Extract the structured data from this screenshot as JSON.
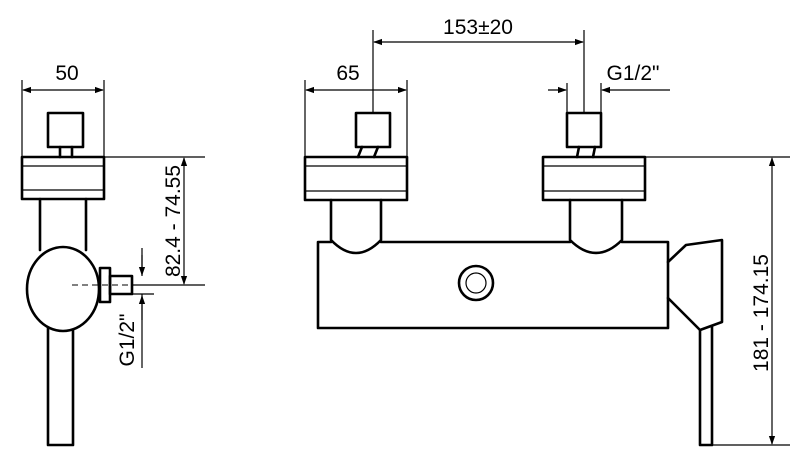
{
  "side_view": {
    "width_label": "50",
    "height_label": "82.4 - 74.55",
    "thread_label": "G1/2\""
  },
  "front_view": {
    "spacing_label": "153±20",
    "width_label": "65",
    "thread_label": "G1/2\"",
    "height_label": "181 - 174.15"
  }
}
